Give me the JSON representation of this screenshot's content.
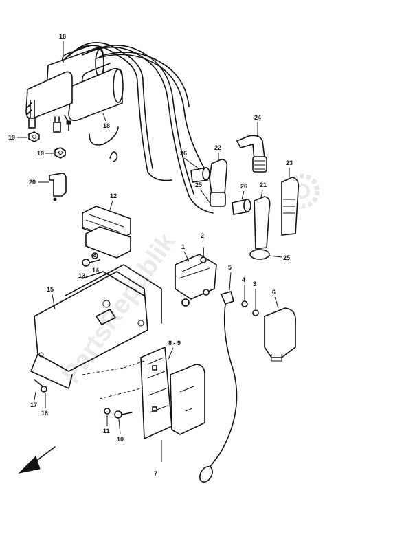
{
  "watermark": "PartsRepublik",
  "callouts": {
    "c18a": "18",
    "c18b": "18",
    "c19a": "19",
    "c19b": "19",
    "c20": "20",
    "c24": "24",
    "c26a": "26",
    "c22": "22",
    "c23": "23",
    "c25a": "25",
    "c26b": "26",
    "c21": "21",
    "c25b": "25",
    "c12": "12",
    "c1": "1",
    "c2": "2",
    "c13": "13",
    "c14": "14",
    "c15": "15",
    "c5": "5",
    "c4": "4",
    "c3": "3",
    "c6": "6",
    "c8_9": "8 - 9",
    "c17": "17",
    "c16": "16",
    "c11": "11",
    "c10": "10",
    "c7": "7"
  }
}
